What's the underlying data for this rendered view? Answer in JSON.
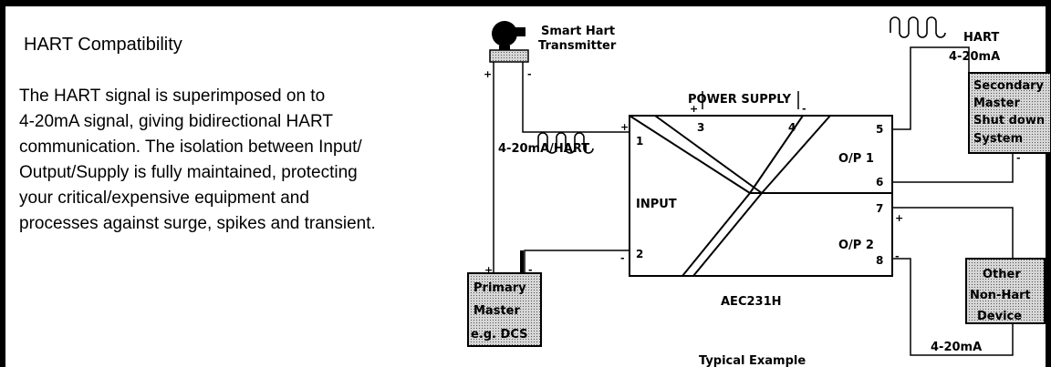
{
  "text_panel": {
    "heading": "HART Compatibility",
    "lines": [
      "The HART signal is superimposed on to",
      "4-20mA signal, giving bidirectional HART",
      "communication. The isolation between Input/",
      "Output/Supply is fully maintained, protecting",
      "your critical/expensive equipment and",
      "processes against surge, spikes and transient."
    ]
  },
  "diagram": {
    "transmitter_label_1": "Smart Hart",
    "transmitter_label_2": "Transmitter",
    "power_supply": "POWER SUPPLY",
    "input_signal": "4-20mA/HART",
    "input_label": "INPUT",
    "module_name": "AEC231H",
    "output_1": "O/P 1",
    "output_2": "O/P 2",
    "terminals": {
      "t1": "1",
      "t2": "2",
      "t3": "3",
      "t4": "4",
      "t5": "5",
      "t6": "6",
      "t7": "7",
      "t8": "8"
    },
    "hart_label": "HART",
    "out1_signal": "4-20mA",
    "secondary_lines": [
      "Secondary",
      "Master",
      "Shut down",
      "System"
    ],
    "primary_lines": [
      "Primary",
      "Master",
      "e.g. DCS"
    ],
    "other_lines": [
      "Other",
      "Non-Hart",
      "Device"
    ],
    "out2_signal": "4-20mA",
    "caption": "Typical Example",
    "plus": "+",
    "minus": "-"
  },
  "colors": {
    "frame": "#000000",
    "box_fill": "#c8c8c8"
  }
}
